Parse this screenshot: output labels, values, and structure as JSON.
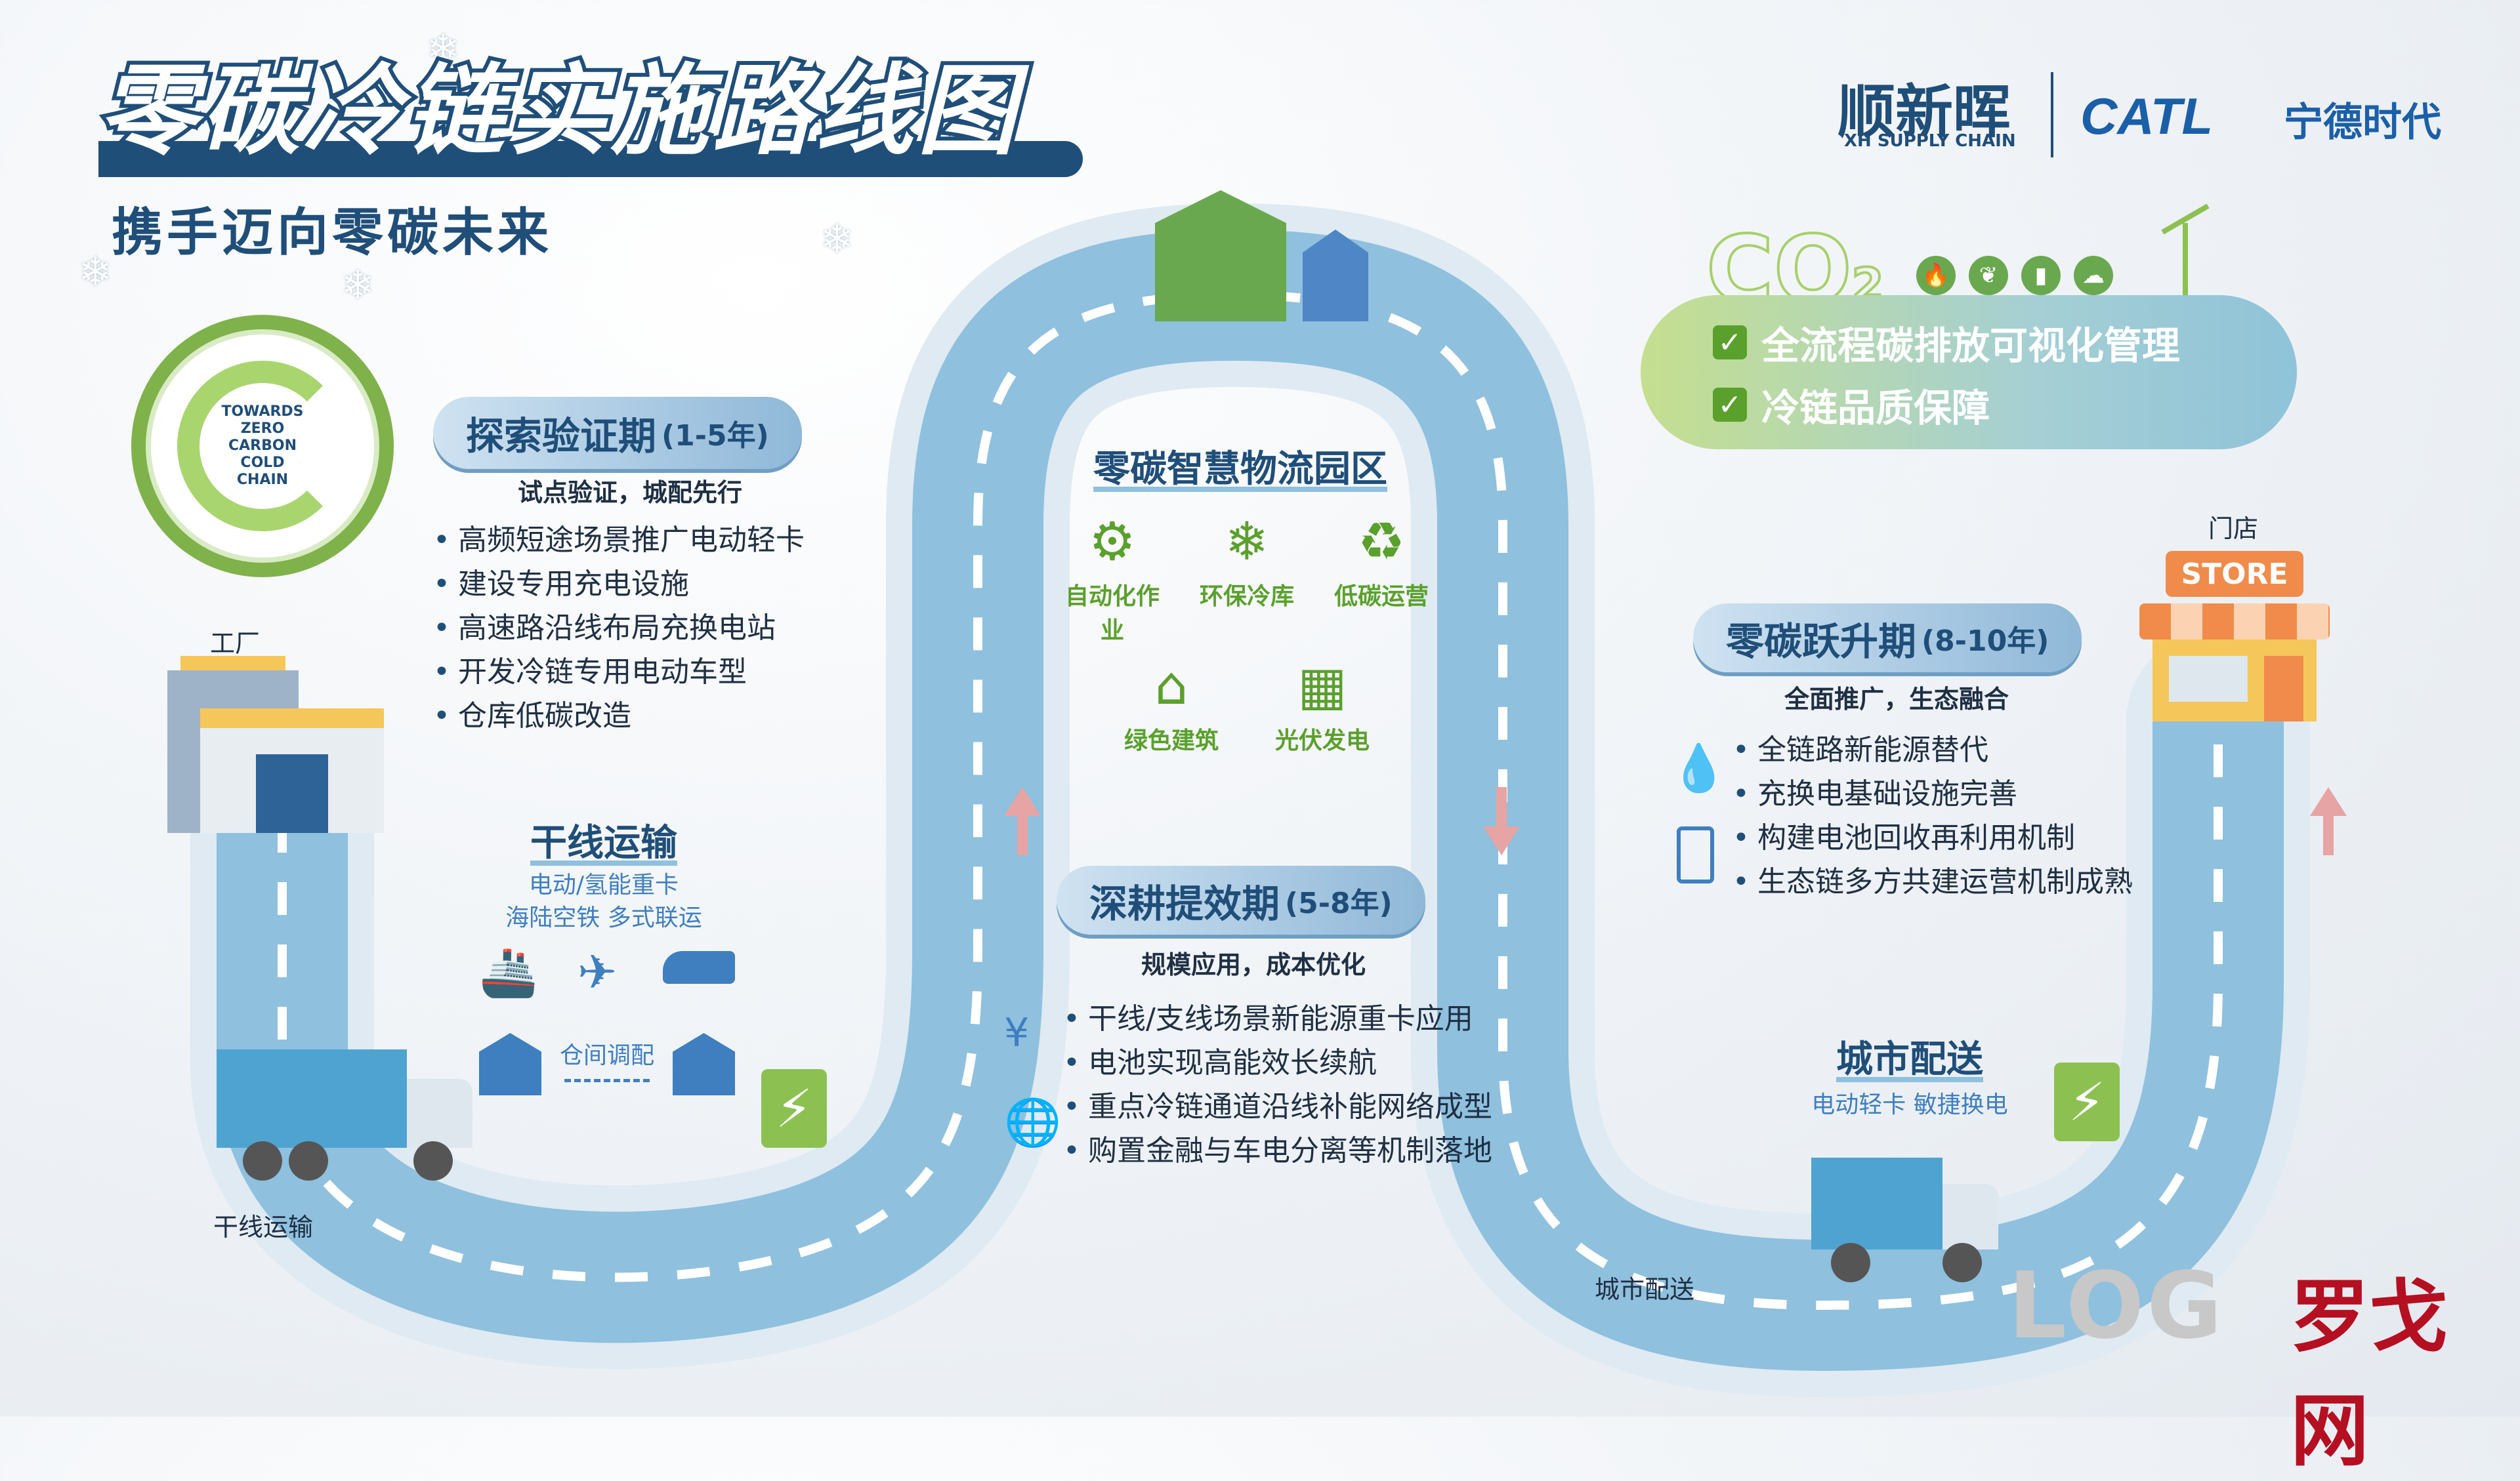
{
  "header": {
    "title": "零碳冷链实施路线图",
    "subtitle": "携手迈向零碳未来"
  },
  "brands": {
    "xh_name": "顺新晖",
    "xh_sub": "XH SUPPLY CHAIN",
    "catl_en": "CATL",
    "catl_cn": "宁德时代"
  },
  "badge": {
    "text": [
      "TOWARDS",
      "ZERO",
      "CARBON",
      "COLD",
      "CHAIN"
    ]
  },
  "locations": {
    "factory": "工厂",
    "store_label": "门店",
    "store_sign": "STORE",
    "trunk_bottom": "干线运输",
    "city_bottom": "城市配送"
  },
  "phase1": {
    "title": "探索验证期",
    "years": "(1-5年)",
    "subtitle": "试点验证，城配先行",
    "bullets": [
      "高频短途场景推广电动轻卡",
      "建设专用充电设施",
      "高速路沿线布局充换电站",
      "开发冷链专用电动车型",
      "仓库低碳改造"
    ]
  },
  "phase2": {
    "title": "深耕提效期",
    "years": "(5-8年)",
    "subtitle": "规模应用，成本优化",
    "bullets": [
      "干线/支线场景新能源重卡应用",
      "电池实现高能效长续航",
      "重点冷链通道沿线补能网络成型",
      "购置金融与车电分离等机制落地"
    ]
  },
  "phase3": {
    "title": "零碳跃升期",
    "years": "(8-10年)",
    "subtitle": "全面推广，生态融合",
    "bullets": [
      "全链路新能源替代",
      "充换电基础设施完善",
      "构建电池回收再利用机制",
      "生态链多方共建运营机制成熟"
    ]
  },
  "trunk": {
    "title": "干线运输",
    "line1": "电动/氢能重卡",
    "line2": "海陆空铁 多式联运",
    "warehouse_transfer": "仓间调配"
  },
  "park": {
    "title": "零碳智慧物流园区",
    "features": [
      "自动化作业",
      "环保冷库",
      "低碳运营",
      "绿色建筑",
      "光伏发电"
    ]
  },
  "city": {
    "title": "城市配送",
    "line1": "电动轻卡 敏捷换电"
  },
  "co2": {
    "label": "CO",
    "sub": "2",
    "items": [
      "全流程碳排放可视化管理",
      "冷链品质保障"
    ]
  },
  "watermark": {
    "en": "LOG",
    "cn": "罗戈网"
  },
  "colors": {
    "navy": "#1f4e79",
    "road": "#8fc0de",
    "green": "#5aa02c",
    "store": "#f08b4b"
  }
}
